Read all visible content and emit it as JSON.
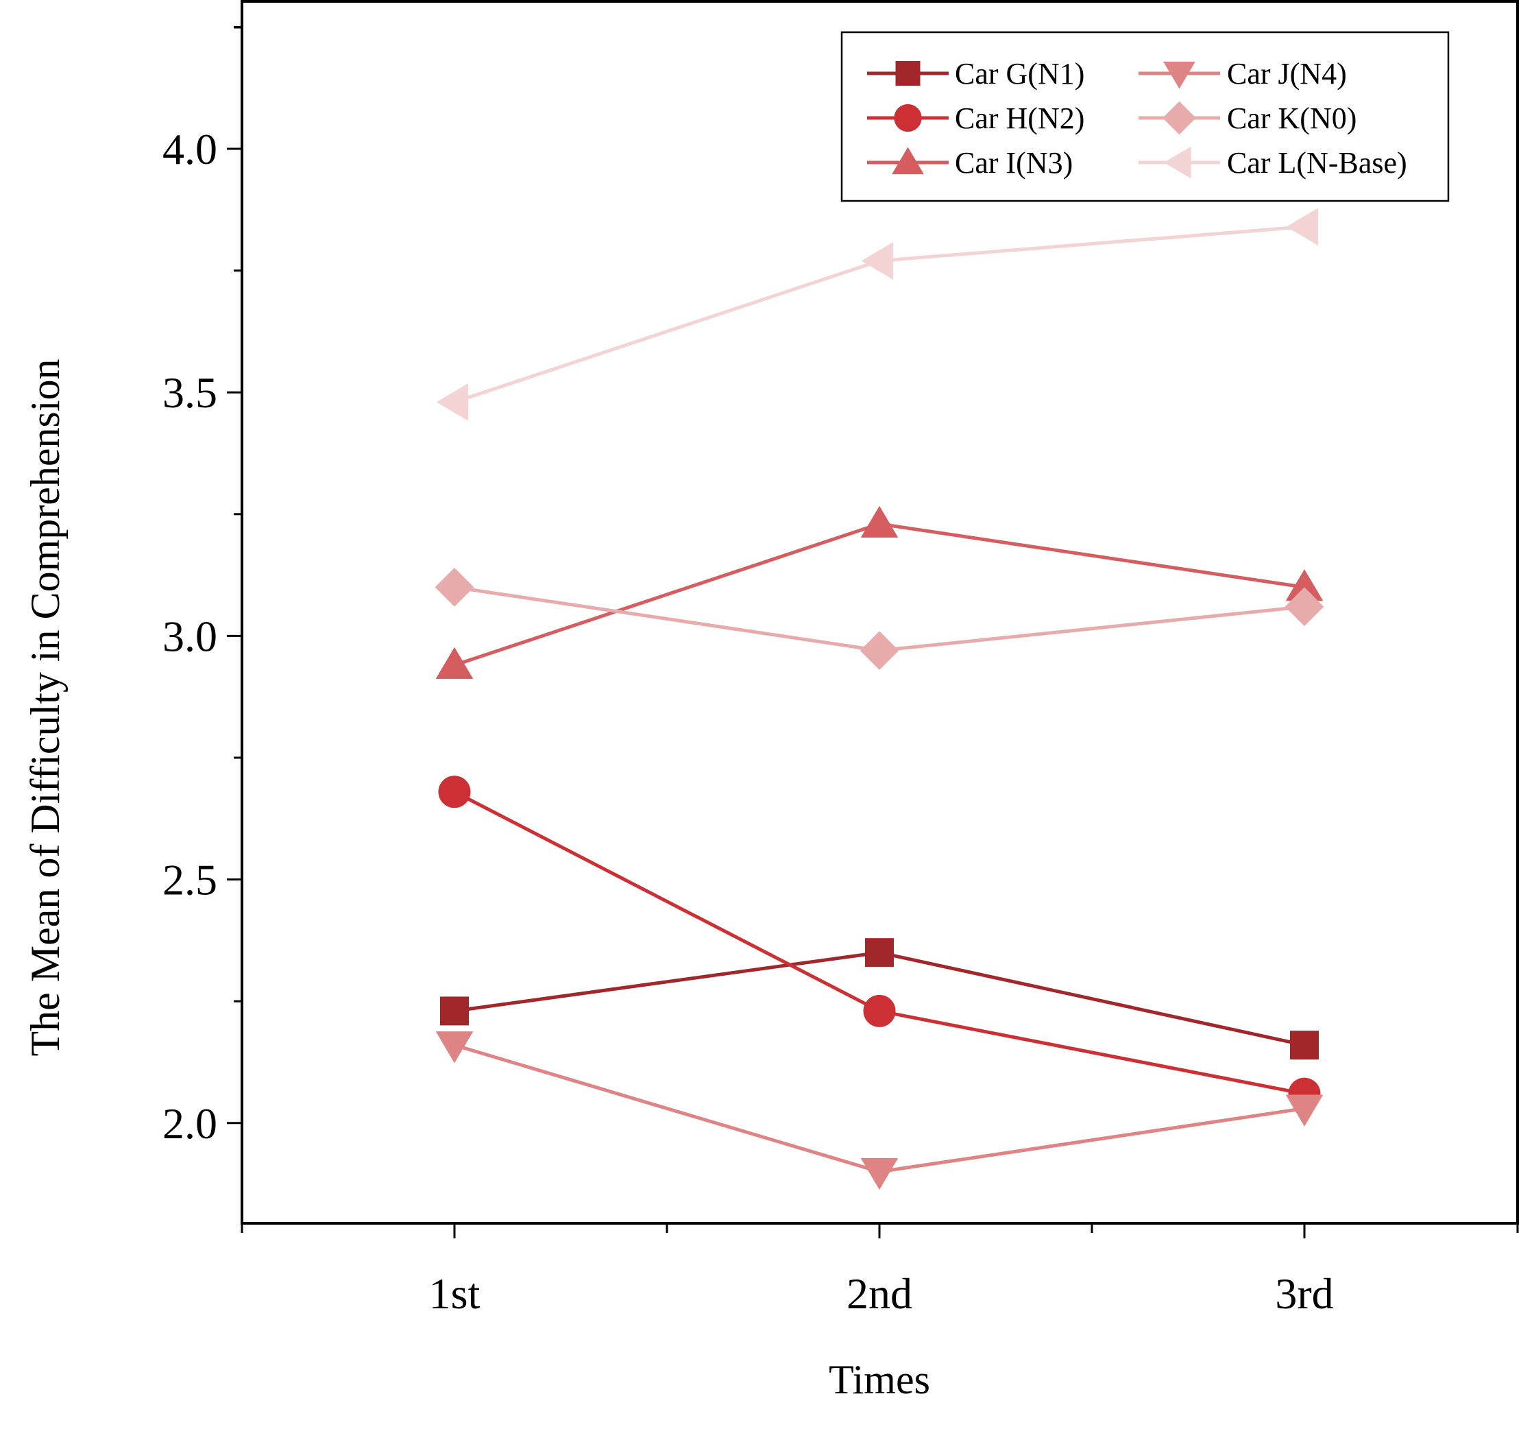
{
  "chart_data": {
    "type": "line",
    "xlabel": "Times",
    "ylabel": "The Mean of Difficulty in Comprehension",
    "categories": [
      "1st",
      "2nd",
      "3rd"
    ],
    "ylim": [
      1.8,
      4.3
    ],
    "yticks": [
      "2.0",
      "2.5",
      "3.0",
      "3.5",
      "4.0"
    ],
    "legend_position": "top-right",
    "grid": false,
    "series": [
      {
        "name": "Car G(N1)",
        "marker": "square",
        "color": "#a1272b",
        "values": [
          2.23,
          2.35,
          2.16
        ]
      },
      {
        "name": "Car H(N2)",
        "marker": "circle",
        "color": "#cc3034",
        "values": [
          2.68,
          2.23,
          2.06
        ]
      },
      {
        "name": "Car I(N3)",
        "marker": "triangle-up",
        "color": "#d55d60",
        "values": [
          2.94,
          3.23,
          3.1
        ]
      },
      {
        "name": "Car J(N4)",
        "marker": "triangle-down",
        "color": "#df8485",
        "values": [
          2.16,
          1.9,
          2.03
        ]
      },
      {
        "name": "Car K(N0)",
        "marker": "diamond",
        "color": "#e8abac",
        "values": [
          3.1,
          2.97,
          3.06
        ]
      },
      {
        "name": "Car L(N-Base)",
        "marker": "triangle-left",
        "color": "#f3d3d4",
        "values": [
          3.48,
          3.77,
          3.84
        ]
      }
    ]
  }
}
